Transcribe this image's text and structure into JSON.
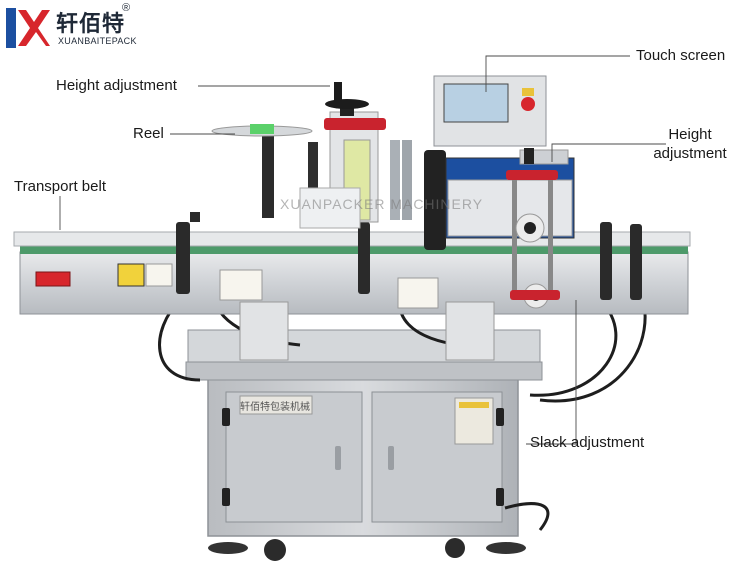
{
  "brand": {
    "name_cn": "轩佰特",
    "name_en": "XUANBAITEPACK",
    "registered_mark": "®",
    "colors": {
      "accent_red": "#d7262c",
      "accent_blue": "#1c4fa0"
    }
  },
  "callouts": [
    {
      "id": "height-adjustment-left",
      "text": "Height adjustment"
    },
    {
      "id": "reel",
      "text": "Reel"
    },
    {
      "id": "transport-belt",
      "text": "Transport belt"
    },
    {
      "id": "touch-screen",
      "text": "Touch screen"
    },
    {
      "id": "height-adjustment-right",
      "line1": "Height",
      "line2": "adjustment"
    },
    {
      "id": "slack-adjustment",
      "text": "Slack adjustment"
    }
  ],
  "machine": {
    "watermark": "XUANPACKER MACHINERY",
    "plate_text": "轩佰特包装机械"
  }
}
